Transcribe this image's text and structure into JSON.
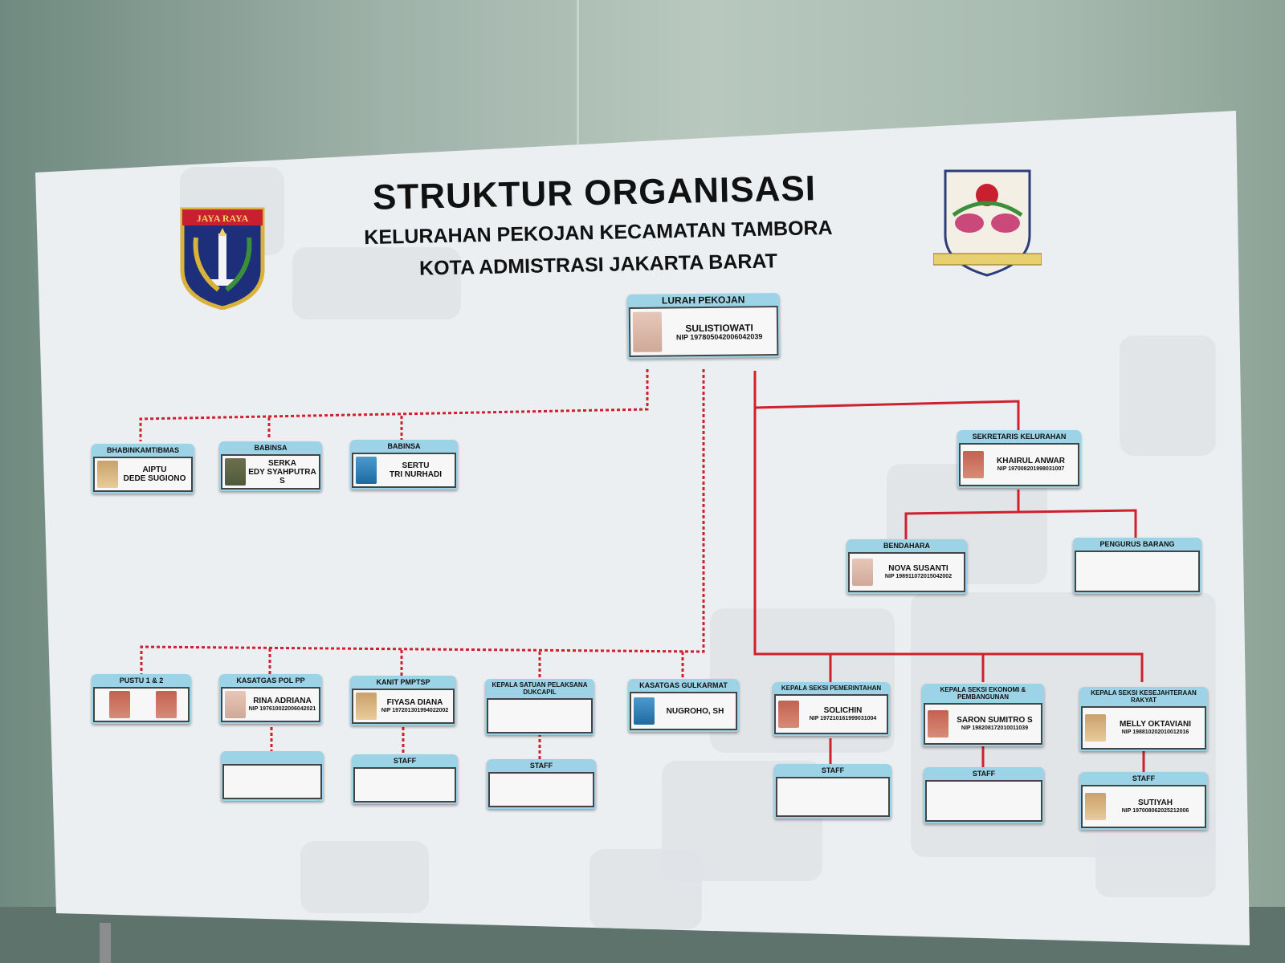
{
  "header": {
    "title": "STRUKTUR ORGANISASI",
    "subtitle1": "KELURAHAN PEKOJAN KECAMATAN TAMBORA",
    "subtitle2": "KOTA ADMISTRASI JAKARTA BARAT",
    "left_logo_text": "JAYA RAYA"
  },
  "lurah": {
    "title": "LURAH PEKOJAN",
    "name": "SULISTIOWATI",
    "nip": "NIP 197805042006042039"
  },
  "sekretaris": {
    "title": "SEKRETARIS KELURAHAN",
    "name": "KHAIRUL ANWAR",
    "nip": "NIP 197008201998031007"
  },
  "bendahara": {
    "title": "BENDAHARA",
    "name": "NOVA SUSANTI",
    "nip": "NIP 198911072015042002"
  },
  "pengurus": {
    "title": "PENGURUS BARANG"
  },
  "bhabinkamtibmas": {
    "title": "BHABINKAMTIBMAS",
    "rank": "AIPTU",
    "name": "DEDE SUGIONO"
  },
  "babinsa1": {
    "title": "BABINSA",
    "rank": "SERKA",
    "name": "EDY SYAHPUTRA S"
  },
  "babinsa2": {
    "title": "BABINSA",
    "rank": "SERTU",
    "name": "TRI NURHADI"
  },
  "pustu": {
    "title": "PUSTU 1 & 2"
  },
  "polpp": {
    "title": "KASATGAS POL PP",
    "name": "RINA ADRIANA",
    "nip": "NIP 197610022006042021"
  },
  "pmptsp": {
    "title": "KANIT PMPTSP",
    "name": "FIYASA DIANA",
    "nip": "NIP 197201301994022002"
  },
  "dukcapil": {
    "title": "KEPALA SATUAN PELAKSANA DUKCAPIL"
  },
  "gulkarmat": {
    "title": "KASATGAS GULKARMAT",
    "name": "NUGROHO, SH"
  },
  "pemerintahan": {
    "title": "KEPALA SEKSI PEMERINTAHAN",
    "name": "SOLICHIN",
    "nip": "NIP 197210161999031004"
  },
  "ekonomi": {
    "title": "KEPALA SEKSI EKONOMI & PEMBANGUNAN",
    "name": "SARON SUMITRO S",
    "nip": "NIP 198208172010011039"
  },
  "kesra": {
    "title": "KEPALA SEKSI KESEJAHTERAAN RAKYAT",
    "name": "MELLY OKTAVIANI",
    "nip": "NIP 198810202010012016"
  },
  "staff_label": "STAFF",
  "staff_kesra": {
    "name": "SUTIYAH",
    "nip": "NIP 197008062025212006"
  },
  "colors": {
    "card_header": "#9dd3e6",
    "solid_line": "#d0202e",
    "dotted_line": "#d0202e"
  }
}
